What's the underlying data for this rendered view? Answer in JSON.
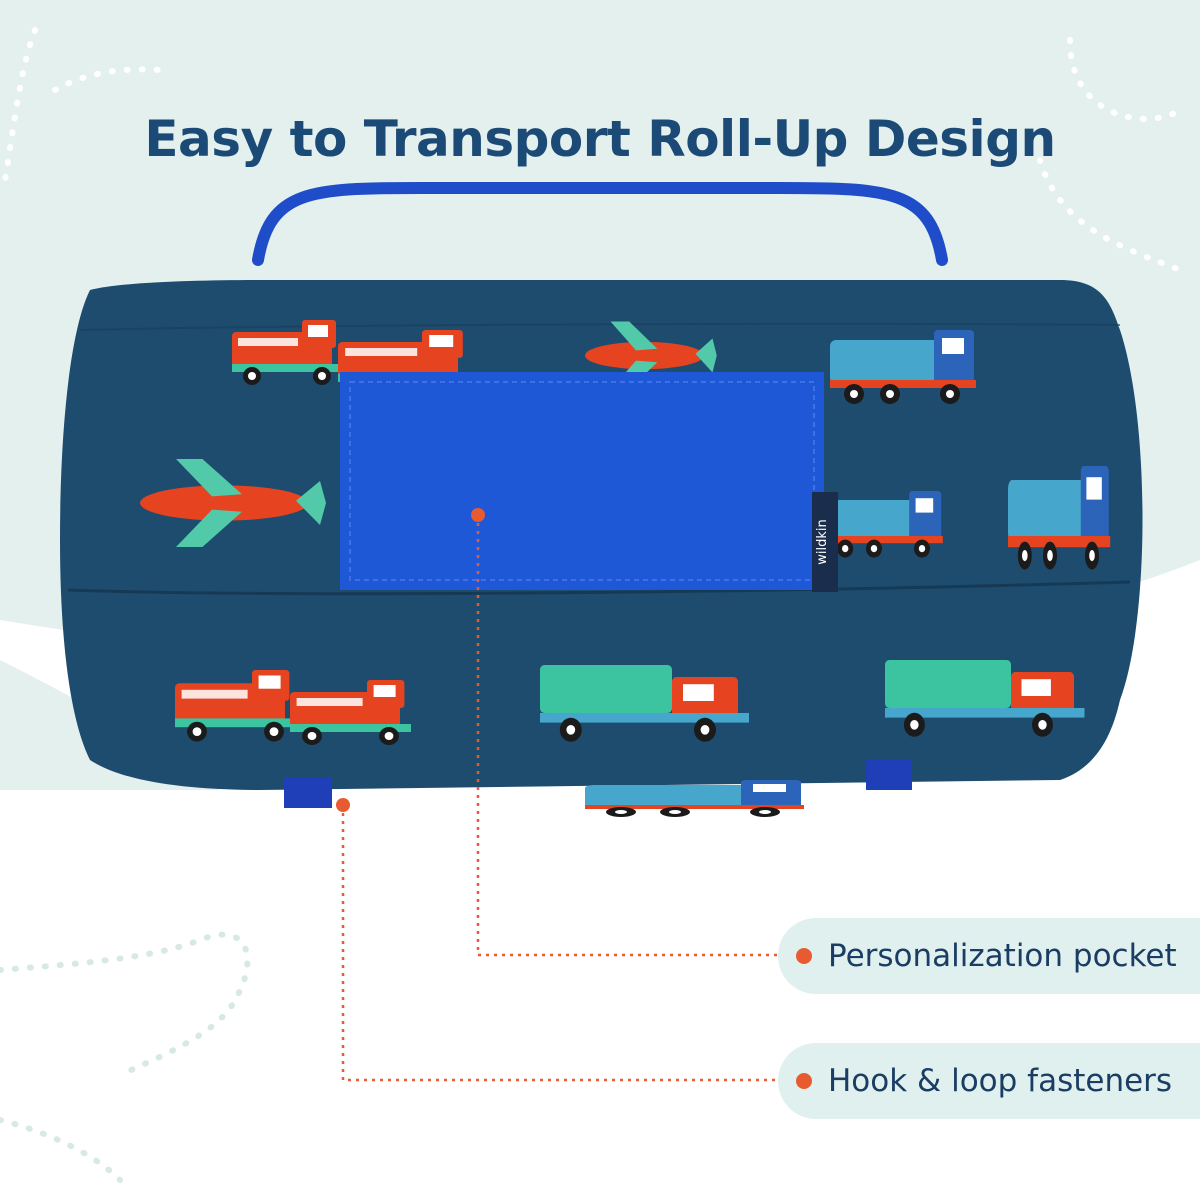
{
  "title": "Easy to Transport Roll-Up Design",
  "brand_tag": "wildkin",
  "callouts": [
    {
      "label": "Personalization pocket"
    },
    {
      "label": "Hook & loop fasteners"
    }
  ],
  "colors": {
    "background_mint": "#e3f0ee",
    "title_navy": "#1c4a76",
    "mat_navy": "#1e4c6e",
    "pocket_blue": "#1e58d6",
    "accent_orange": "#e85b30",
    "callout_pill": "#dff0ef"
  }
}
